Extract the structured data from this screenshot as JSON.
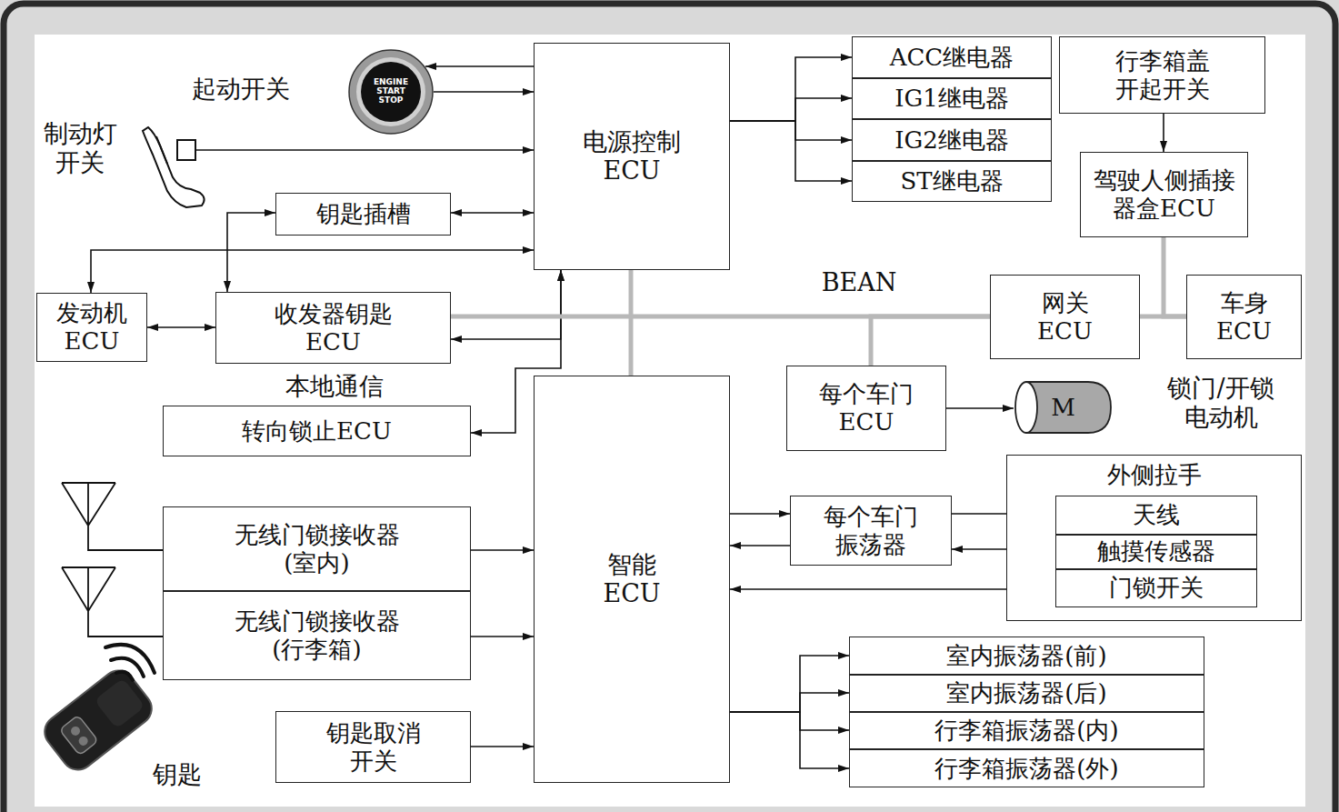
{
  "diagram": {
    "nodes": [
      {
        "text": [
          "ENGINE START STOP"
        ]
      },
      {
        "text": [
          "电源控制 ECU"
        ]
      },
      {
        "text": [
          "ACC继电器"
        ]
      },
      {
        "text": [
          "IG1继电器"
        ]
      },
      {
        "text": [
          "IG2继电器"
        ]
      },
      {
        "text": [
          "ST继电器"
        ]
      },
      {
        "text": [
          "行李箱盖 开起开关"
        ]
      },
      {
        "text": [
          "驾驶人侧插接 器盒ECU"
        ]
      },
      {
        "text": [
          "钥匙插槽"
        ]
      },
      {
        "text": [
          "发动机 ECU"
        ]
      },
      {
        "text": [
          "收发器钥匙 ECU"
        ]
      },
      {
        "text": [
          "网关 ECU"
        ]
      },
      {
        "text": [
          "车身 ECU"
        ]
      },
      {
        "text": [
          "每个车门 ECU"
        ]
      },
      {
        "text": [
          "M"
        ]
      },
      {
        "text": [
          "转向锁止ECU"
        ]
      },
      {
        "text": [
          "智能 ECU"
        ]
      },
      {
        "text": [
          "无线门锁接收器 (室内)"
        ]
      },
      {
        "text": [
          "无线门锁接收器 (行李箱)"
        ]
      },
      {
        "text": [
          "每个车门 振荡器"
        ]
      },
      {
        "text": [
          "外侧拉手"
        ]
      },
      {
        "text": [
          "天线"
        ],
        "in": 20
      },
      {
        "text": [
          "触摸传感器"
        ],
        "in": 20
      },
      {
        "text": [
          "门锁开关"
        ],
        "in": 20
      },
      {
        "text": [
          "钥匙取消 开关"
        ]
      },
      {
        "text": [
          "室内振荡器(前)"
        ]
      },
      {
        "text": [
          "室内振荡器(后)"
        ]
      },
      {
        "text": [
          "行李箱振荡器(内)"
        ]
      },
      {
        "text": [
          "行李箱振荡器(外)"
        ]
      }
    ],
    "edges": [
      {
        "from": 1,
        "to": 0,
        "arrow": "to"
      },
      {
        "from": 0,
        "to": 1,
        "arrow": "to"
      },
      {
        "from": 1,
        "to": 2,
        "arrow": "to"
      },
      {
        "from": 1,
        "to": 3,
        "arrow": "to"
      },
      {
        "from": 1,
        "to": 4,
        "arrow": "to"
      },
      {
        "from": 1,
        "to": 5,
        "arrow": "to"
      },
      {
        "from": 6,
        "to": 7,
        "arrow": "to"
      },
      {
        "from": 8,
        "to": 1,
        "arrow": "both"
      },
      {
        "from": 8,
        "to": 10,
        "arrow": "both"
      },
      {
        "from": 9,
        "to": 1,
        "arrow": "both"
      },
      {
        "from": 10,
        "to": 9,
        "arrow": "both"
      },
      {
        "from": 10,
        "to": 1,
        "arrow": "both"
      },
      {
        "from": 15,
        "to": 1,
        "arrow": "both"
      },
      {
        "from": 10,
        "to": 11,
        "arrow": "none"
      },
      {
        "from": 1,
        "to": 16,
        "arrow": "none"
      },
      {
        "from": 13,
        "to": 11,
        "arrow": "none"
      },
      {
        "from": 11,
        "to": 12,
        "arrow": "none"
      },
      {
        "from": 7,
        "to": 12,
        "arrow": "none"
      },
      {
        "from": 17,
        "to": 16,
        "arrow": "to"
      },
      {
        "from": 18,
        "to": 16,
        "arrow": "to"
      },
      {
        "from": 16,
        "to": 19,
        "arrow": "to"
      },
      {
        "from": 19,
        "to": 16,
        "arrow": "to"
      },
      {
        "from": 19,
        "to": 21,
        "arrow": "to"
      },
      {
        "from": 22,
        "to": 19,
        "arrow": "to"
      },
      {
        "from": 23,
        "to": 16,
        "arrow": "to"
      },
      {
        "from": 24,
        "to": 16,
        "arrow": "to"
      },
      {
        "from": 16,
        "to": 25,
        "arrow": "to"
      },
      {
        "from": 16,
        "to": 26,
        "arrow": "to"
      },
      {
        "from": 16,
        "to": 27,
        "arrow": "to"
      },
      {
        "from": 16,
        "to": 28,
        "arrow": "to"
      },
      {
        "from": 13,
        "to": 14,
        "arrow": "to"
      }
    ],
    "labels": [
      "起动开关",
      "制动灯 开关",
      "BEAN",
      "本地通信",
      "锁门/开锁 电动机",
      "钥匙"
    ]
  }
}
